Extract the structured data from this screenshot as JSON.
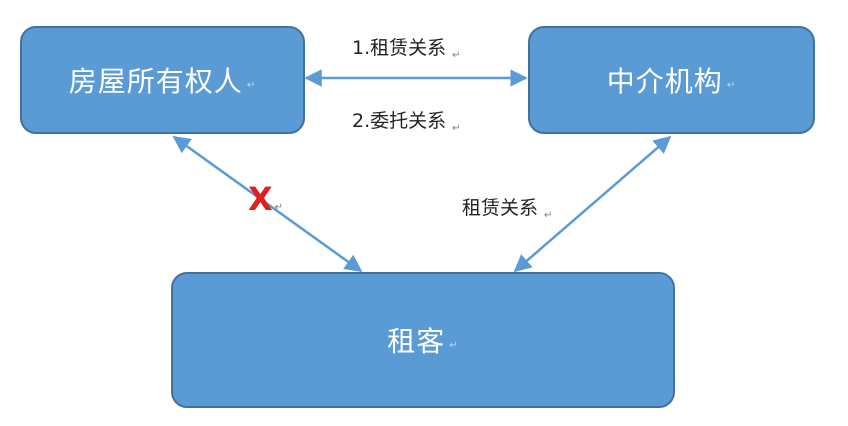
{
  "nodes": {
    "owner": "房屋所有权人",
    "agency": "中介机构",
    "tenant": "租客"
  },
  "edges": {
    "owner_agency_label_1": "1.租赁关系",
    "owner_agency_label_2": "2.委托关系",
    "agency_tenant_label": "租赁关系",
    "owner_tenant_marker": "X"
  },
  "return_mark": "↵",
  "colors": {
    "node_fill": "#5b9bd5",
    "node_border": "#41719c",
    "arrow": "#5b9bd5",
    "x_marker": "#e02020"
  }
}
